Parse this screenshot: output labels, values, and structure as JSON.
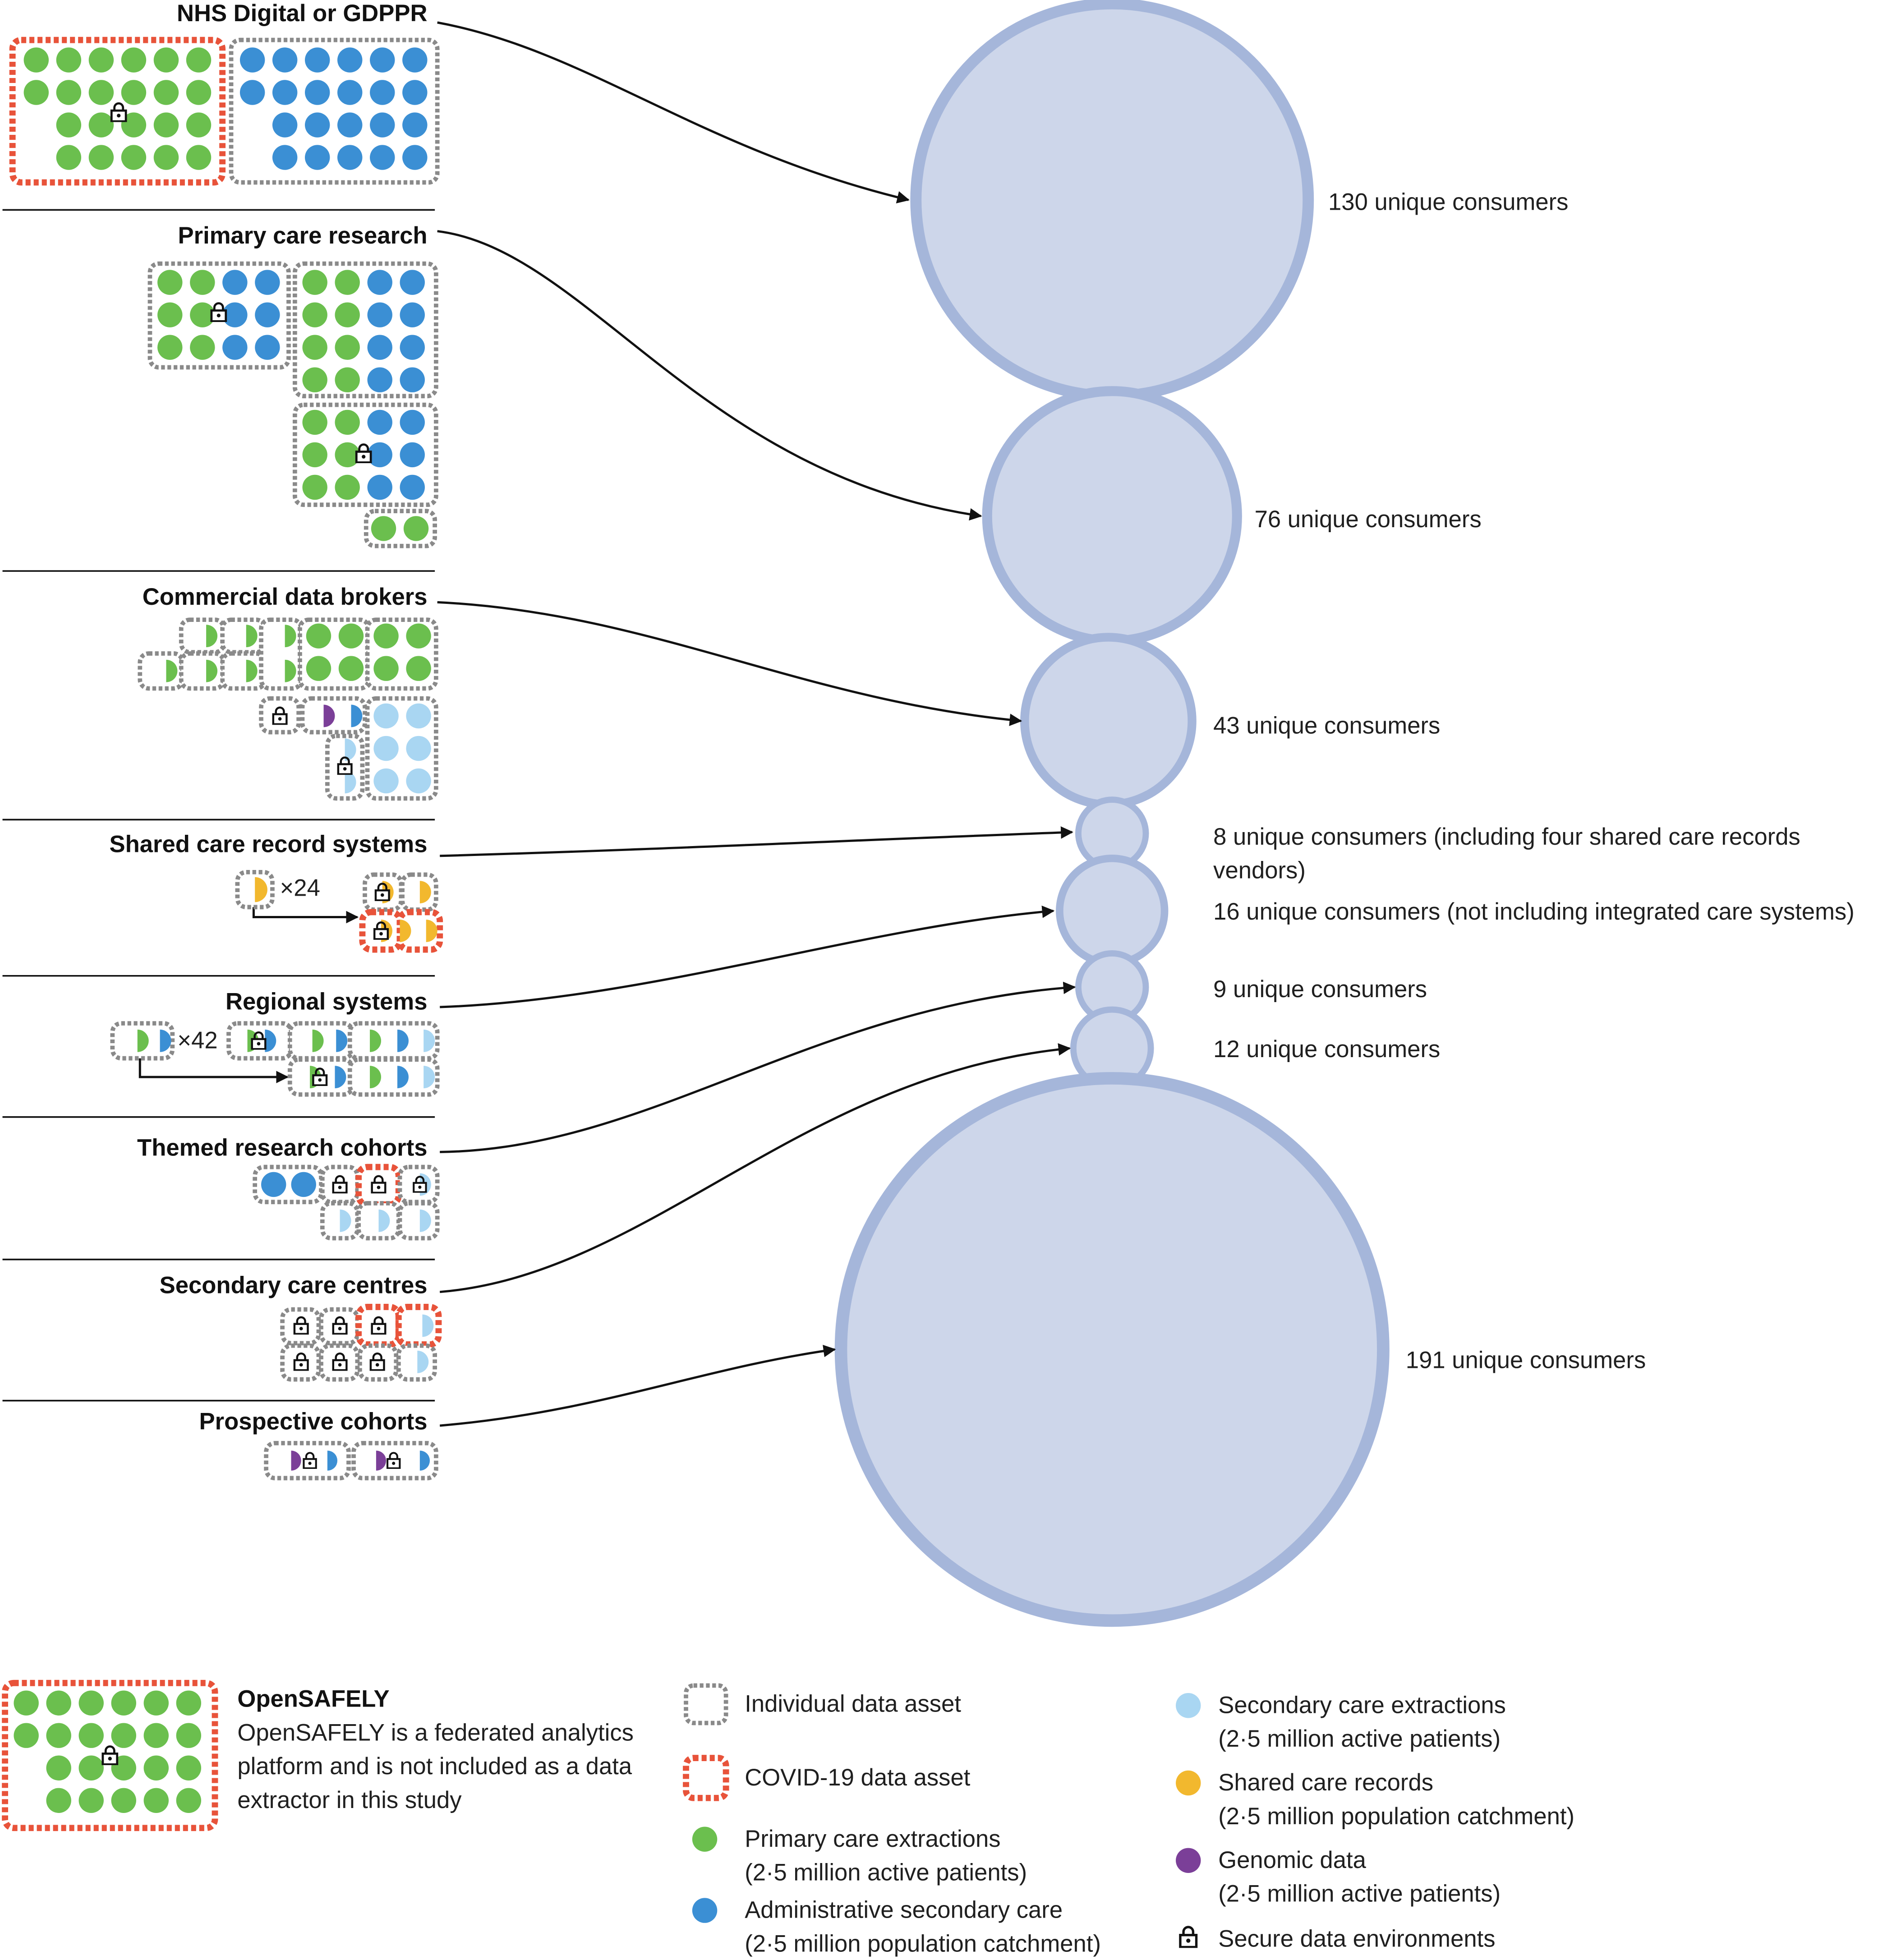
{
  "colors": {
    "primary_care": "#6bbf4e",
    "admin_secondary": "#3b8fd4",
    "secondary_extract": "#a9d6f2",
    "shared_care": "#f2b82e",
    "genomic": "#7b3f98",
    "covid_border": "#e8533a",
    "asset_border": "#8a8a8a",
    "bubble_fill": "#cdd6ea",
    "bubble_ring": "#a5b6da"
  },
  "sources": [
    {
      "label": "NHS Digital or GDPPR"
    },
    {
      "label": "Primary care research"
    },
    {
      "label": "Commercial data brokers"
    },
    {
      "label": "Shared care record systems",
      "multiplier": "×24"
    },
    {
      "label": "Regional systems",
      "multiplier": "×42"
    },
    {
      "label": "Themed research cohorts"
    },
    {
      "label": "Secondary care centres"
    },
    {
      "label": "Prospective cohorts"
    }
  ],
  "consumers": [
    {
      "label": "130 unique consumers",
      "count": 130
    },
    {
      "label": "76 unique consumers",
      "count": 76
    },
    {
      "label": "43 unique consumers",
      "count": 43
    },
    {
      "label": "8 unique consumers (including four shared care records",
      "label2": "vendors)",
      "count": 8
    },
    {
      "label": "16 unique consumers (not including integrated care systems)",
      "count": 16
    },
    {
      "label": "9 unique consumers",
      "count": 9
    },
    {
      "label": "12 unique consumers",
      "count": 12
    },
    {
      "label": "191 unique consumers",
      "count": 191
    }
  ],
  "opensafely": {
    "title": "OpenSAFELY",
    "lines": [
      "OpenSAFELY is a federated analytics",
      "platform and is not included as a data",
      "extractor in this study"
    ]
  },
  "legend": {
    "individual_asset": "Individual data asset",
    "covid_asset": "COVID-19 data asset",
    "primary_care": [
      "Primary care extractions",
      "(2·5 million active patients)"
    ],
    "admin_secondary": [
      "Administrative secondary care",
      "(2·5 million population catchment)"
    ],
    "secondary_extract": [
      "Secondary care extractions",
      "(2·5 million active patients)"
    ],
    "shared_care": [
      "Shared care records",
      "(2·5 million population catchment)"
    ],
    "genomic": [
      "Genomic data",
      "(2·5 million active patients)"
    ],
    "secure": "Secure data environments"
  },
  "icons": {
    "lock": "padlock-icon",
    "arrow": "arrowhead-icon"
  }
}
